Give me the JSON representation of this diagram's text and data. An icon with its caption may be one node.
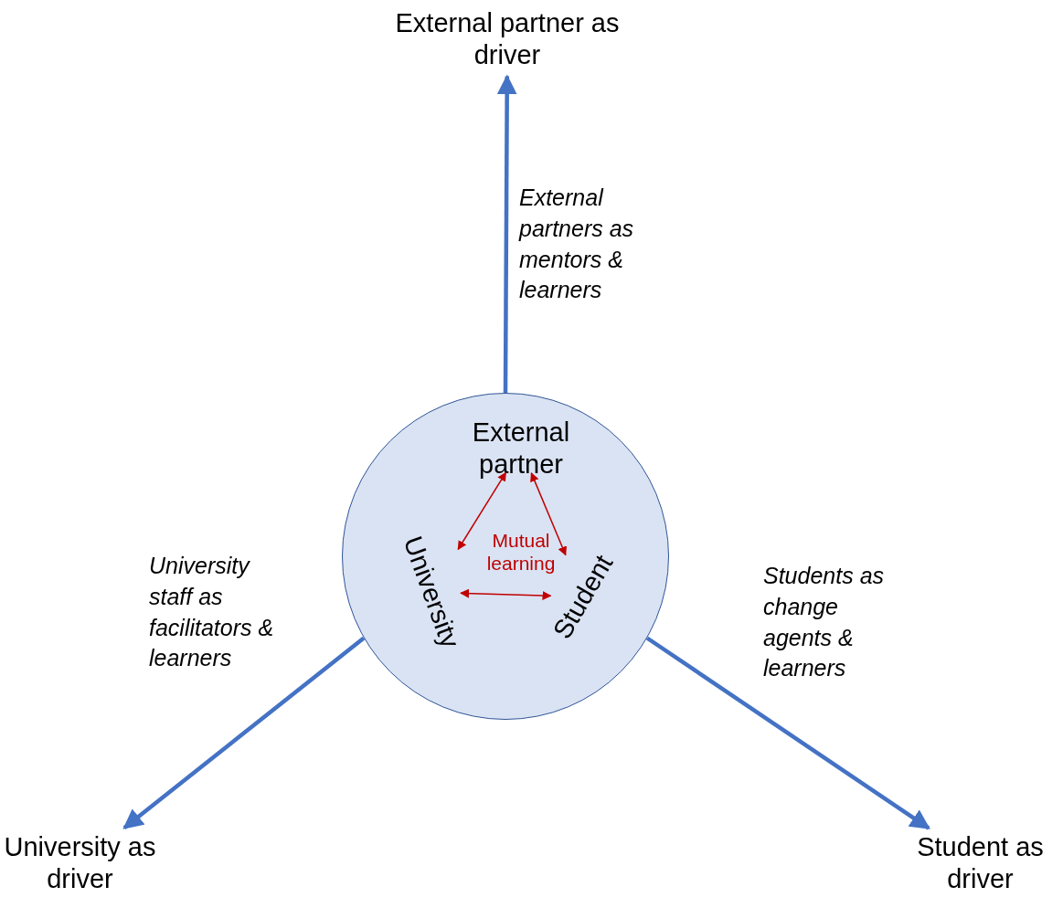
{
  "diagram": {
    "nodes": [
      {
        "text": [],
        "shape": "circle"
      },
      {
        "text": [
          "External partner"
        ],
        "in": 0
      },
      {
        "text": [
          "University"
        ],
        "in": 0
      },
      {
        "text": [
          "Student"
        ],
        "in": 0
      },
      {
        "text": [
          "Mutual learning"
        ],
        "in": 0
      },
      {
        "text": [
          "External partner as driver"
        ]
      },
      {
        "text": [
          "University as driver"
        ]
      },
      {
        "text": [
          "Student as driver"
        ]
      }
    ],
    "edges": [
      {
        "from": 0,
        "to": 5,
        "arrow": "to",
        "label": "External partners as mentors & learners",
        "style": "thick",
        "color": "#4472c4"
      },
      {
        "from": 0,
        "to": 6,
        "arrow": "to",
        "label": "University staff as facilitators & learners",
        "style": "thick",
        "color": "#4472c4"
      },
      {
        "from": 0,
        "to": 7,
        "arrow": "to",
        "label": "Students as change agents & learners",
        "style": "thick",
        "color": "#4472c4"
      },
      {
        "from": 1,
        "to": 2,
        "arrow": "both",
        "color": "#c00000"
      },
      {
        "from": 1,
        "to": 3,
        "arrow": "both",
        "color": "#c00000"
      },
      {
        "from": 2,
        "to": 3,
        "arrow": "both",
        "color": "#c00000"
      }
    ]
  }
}
